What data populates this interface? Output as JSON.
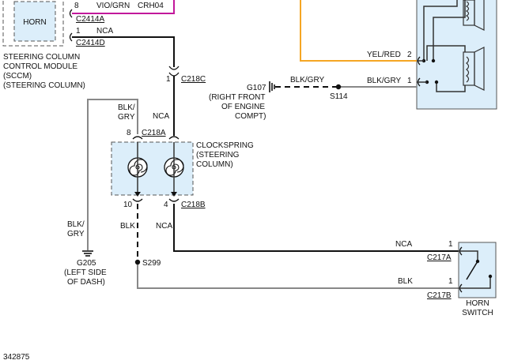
{
  "colors": {
    "background": "#ffffff",
    "wire_black": "#111111",
    "wire_gray": "#888888",
    "wire_yellow": "#f5a623",
    "wire_magenta": "#c2189b",
    "component_fill": "#dceefa",
    "component_border": "#555555"
  },
  "sccm": {
    "horn_label": "HORN",
    "description": [
      "STEERING COLUMN",
      "CONTROL MODULE",
      "(SCCM)",
      "(STEERING COLUMN)"
    ],
    "pin_upper": "8",
    "wire_upper_color": "VIO/GRN",
    "wire_upper_circuit": "CRH04",
    "connector_upper": "C2414A",
    "pin_lower": "1",
    "wire_lower_circuit": "NCA",
    "connector_lower": "C2414D"
  },
  "horn_assembly": {
    "pin_upper": "2",
    "wire_upper_color": "YEL/RED",
    "pin_lower": "1",
    "wire_lower_color": "BLK/GRY"
  },
  "ground_g107": {
    "label": "G107",
    "description": [
      "(RIGHT FRONT",
      "OF ENGINE",
      "COMPT)"
    ],
    "wire_color": "BLK/GRY",
    "splice": "S114"
  },
  "c218c": {
    "pin": "1",
    "connector": "C218C",
    "wire_circuit": "NCA"
  },
  "clockspring": {
    "description": [
      "CLOCKSPRING",
      "(STEERING",
      "COLUMN)"
    ],
    "pin_top_left": "8",
    "connector_top": "C218A",
    "wire_top_left_color": [
      "BLK/",
      "GRY"
    ],
    "pin_bottom_left": "10",
    "pin_bottom_right": "4",
    "connector_bottom": "C218B",
    "wire_bottom_left_color": "BLK",
    "wire_bottom_right_circuit": "NCA"
  },
  "ground_g205": {
    "wire_color": [
      "BLK/",
      "GRY"
    ],
    "label": "G205",
    "description": [
      "(LEFT SIDE",
      "OF DASH)"
    ]
  },
  "splice_s299": {
    "label": "S299"
  },
  "horn_switch": {
    "wire_upper_circuit": "NCA",
    "pin_upper": "1",
    "connector_upper": "C217A",
    "wire_lower_color": "BLK",
    "pin_lower": "1",
    "connector_lower": "C217B",
    "label": [
      "HORN",
      "SWITCH"
    ]
  },
  "figure_number": "342875"
}
